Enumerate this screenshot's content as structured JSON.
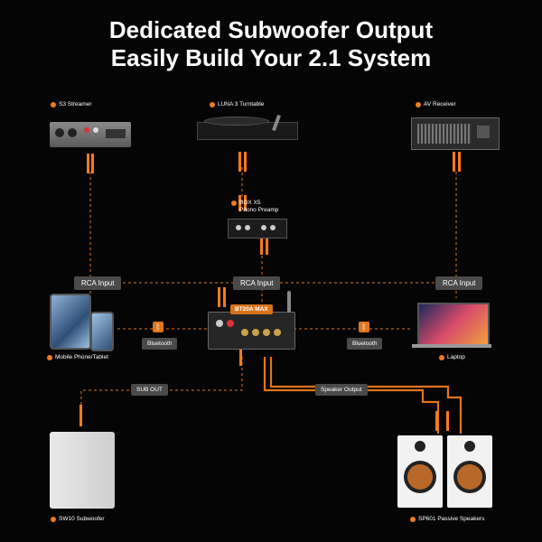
{
  "title_line1": "Dedicated Subwoofer Output",
  "title_line2": "Easily Build Your 2.1 System",
  "devices": {
    "streamer": "S3 Streamer",
    "turntable": "LUNA 3 Turntable",
    "receiver": "AV Receiver",
    "preamp_line1": "BOX X5",
    "preamp_line2": "Phono Preamp",
    "amp": "BT20A MAX",
    "phone": "Mobile Phone/Tablet",
    "laptop": "Laptop",
    "subwoofer": "SW10 Subwoofer",
    "speakers": "SP601 Passive Speakers"
  },
  "connections": {
    "rca_left": "RCA Input",
    "rca_center": "RCA Input",
    "rca_right": "RCA Input",
    "bt_left": "Bluetooth",
    "bt_right": "Bluetooth",
    "sub_out": "SUB OUT",
    "speaker_output": "Speaker Output"
  },
  "colors": {
    "accent": "#f07a1e",
    "pill": "#4a4a4a",
    "background": "#050505"
  }
}
